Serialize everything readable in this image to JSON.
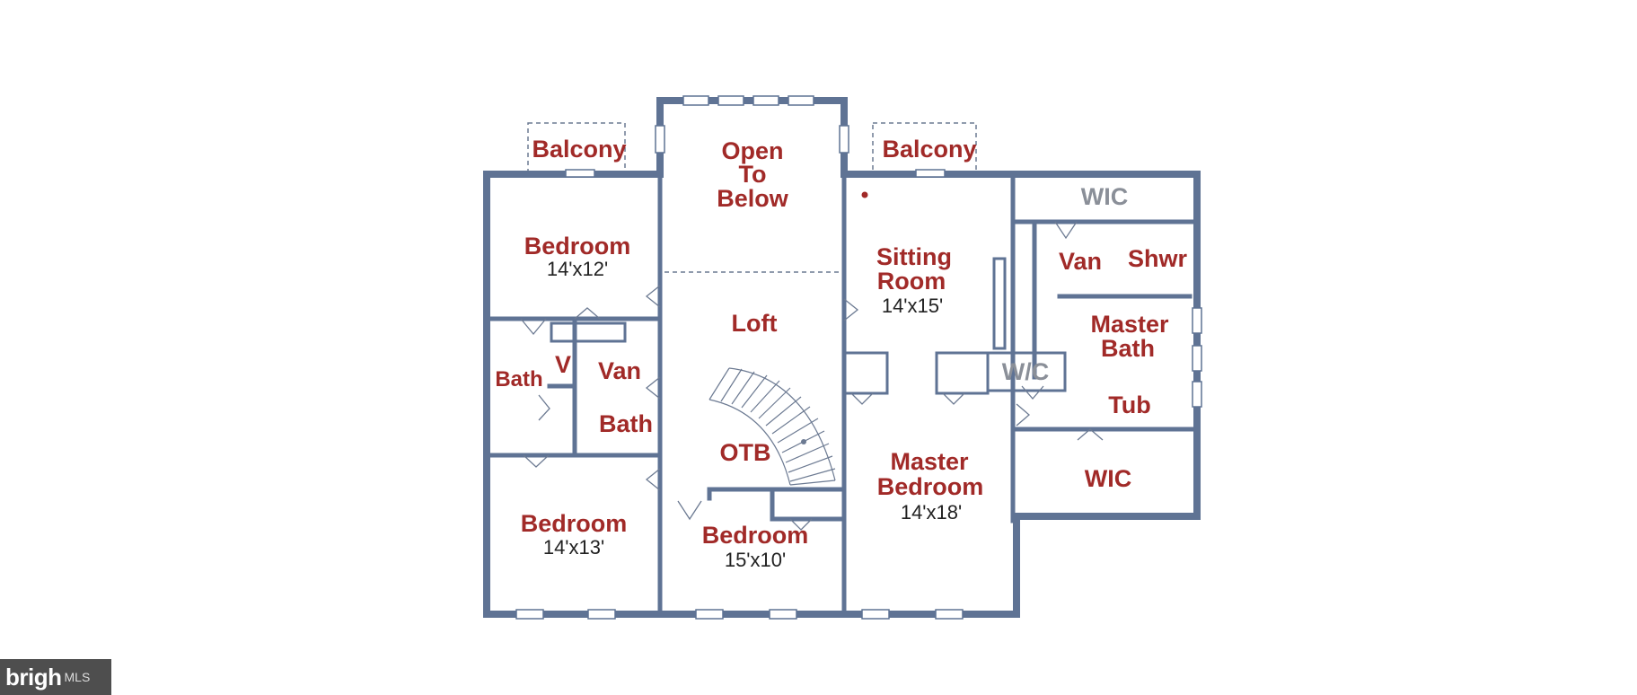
{
  "rooms": {
    "balcony_left": "Balcony",
    "open_to_below": [
      "Open",
      "To",
      "Below"
    ],
    "balcony_right": "Balcony",
    "wic_top": "WIC",
    "bedroom_1": {
      "name": "Bedroom",
      "size": "14'x12'"
    },
    "sitting_room": {
      "name": [
        "Sitting",
        "Room"
      ],
      "size": "14'x15'"
    },
    "van_master": "Van",
    "shower": "Shwr",
    "loft": "Loft",
    "master_bath": [
      "Master",
      "Bath"
    ],
    "bath_small": "Bath",
    "v_label": "V",
    "van_hall": "Van",
    "bath_hall": "Bath",
    "wc": "W/C",
    "tub": "Tub",
    "otb": "OTB",
    "master_bedroom": {
      "name": [
        "Master",
        "Bedroom"
      ],
      "size": "14'x18'"
    },
    "wic_bottom": "WIC",
    "bedroom_2": {
      "name": "Bedroom",
      "size": "14'x13'"
    },
    "bedroom_3": {
      "name": "Bedroom",
      "size": "15'x10'"
    }
  },
  "watermark": {
    "brand": "brigh",
    "suffix": "MLS"
  },
  "colors": {
    "wall": "#5f7394",
    "label": "#a12a28",
    "closet_label": "#8a8f98"
  }
}
